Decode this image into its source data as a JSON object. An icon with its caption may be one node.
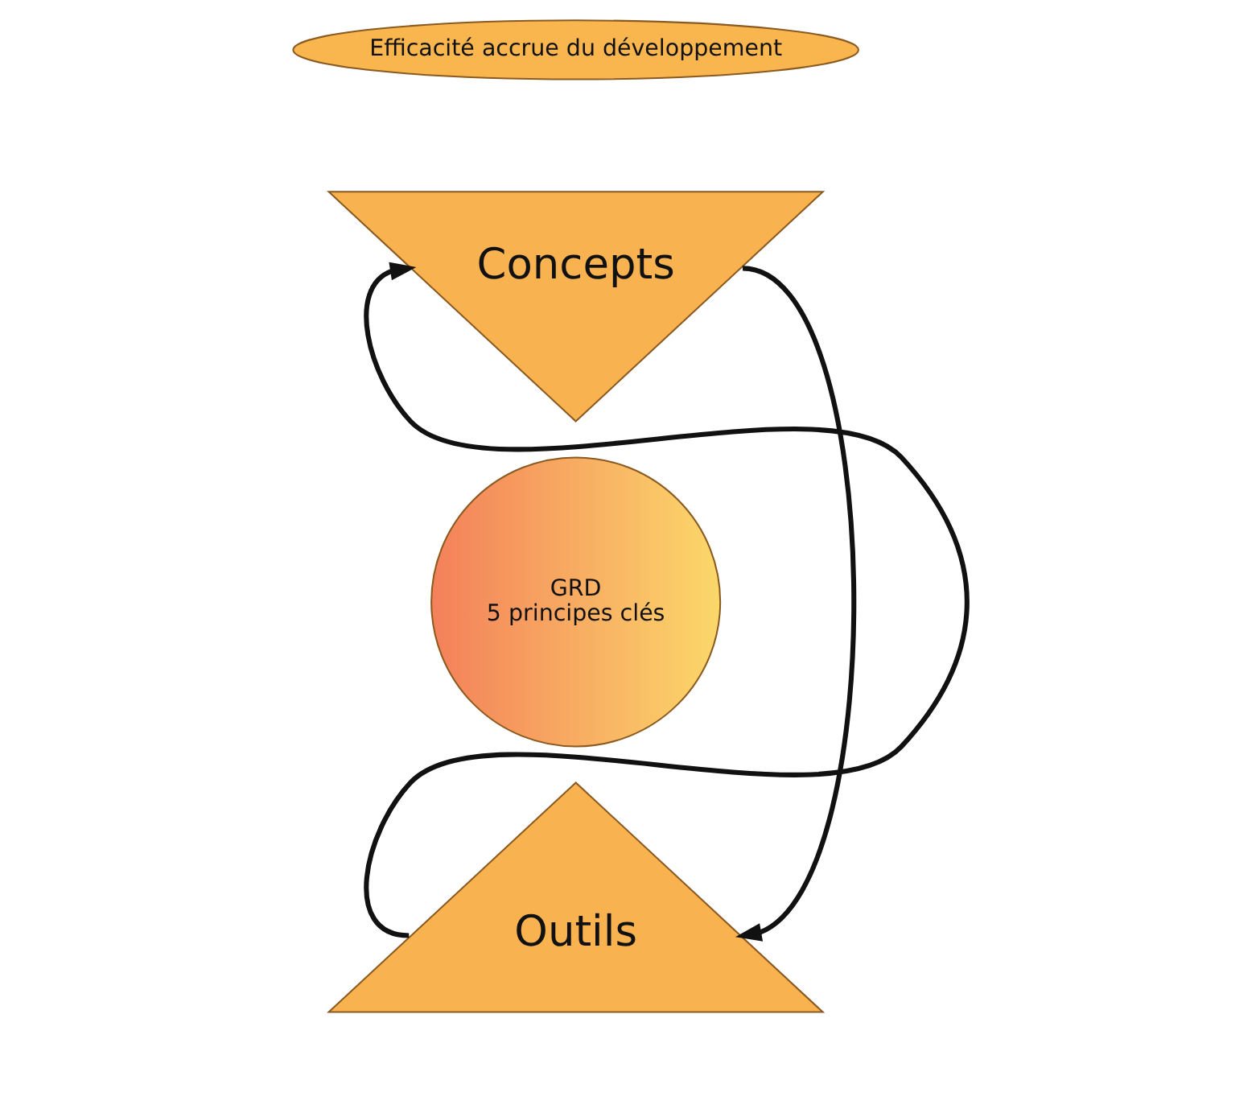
{
  "diagram": {
    "nodes": [
      {
        "text": [
          "Efficacité accrue du développement"
        ]
      },
      {
        "text": [
          "Concepts"
        ]
      },
      {
        "text": [
          "GRD",
          "5 principes clés"
        ]
      },
      {
        "text": [
          "Outils"
        ]
      }
    ],
    "edges": [
      {
        "from": 1,
        "to": 3,
        "arrow": "to"
      },
      {
        "from": 3,
        "to": 1,
        "arrow": "to"
      }
    ]
  }
}
